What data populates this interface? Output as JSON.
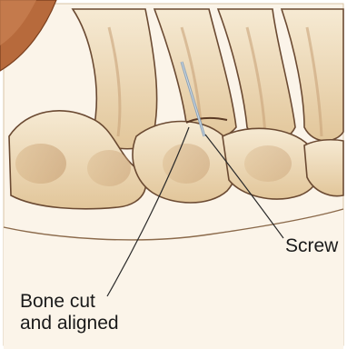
{
  "labels": {
    "screw": "Screw",
    "bone_cut_line1": "Bone cut",
    "bone_cut_line2": "and aligned"
  },
  "colors": {
    "background": "#ffffff",
    "bone_light": "#f4e3c6",
    "bone_mid": "#e6cba0",
    "bone_shadow": "#c9a37a",
    "outline": "#6b4a32",
    "skin_flap": "#b76a3c",
    "leader_line": "#2a2a2a"
  }
}
